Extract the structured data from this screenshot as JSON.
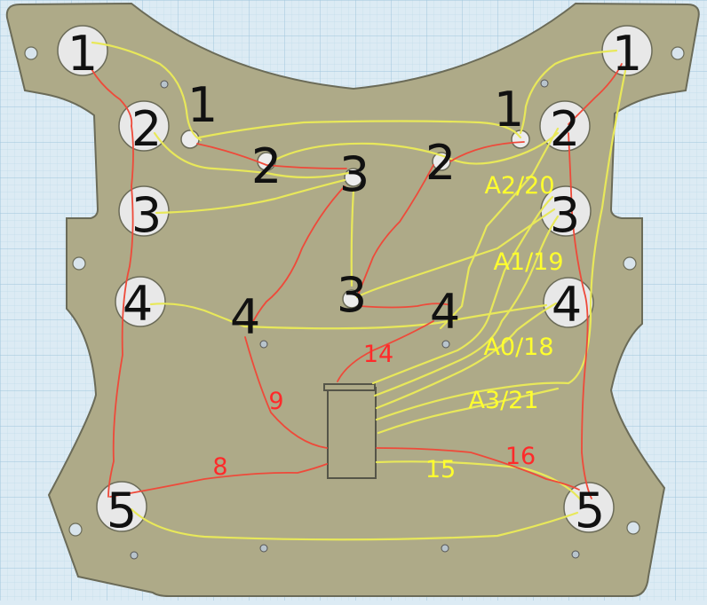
{
  "colors": {
    "background": "#dcebf4",
    "grid_minor": "#c2dcea",
    "grid_major": "#9fc6dc",
    "plate": "#aeaa88",
    "plate_edge": "#6b6b58",
    "wire_yellow": "#e8e85a",
    "wire_red": "#ee4a3a",
    "label_red": "#ff2a2a",
    "label_yellow": "#ffff2e",
    "label_black": "#111111"
  },
  "motor_labels": {
    "left_1": "1",
    "left_2": "2",
    "left_3": "3",
    "left_4": "4",
    "left_5": "5",
    "right_1": "1",
    "right_2": "2",
    "right_3": "3",
    "right_4": "4",
    "right_5": "5"
  },
  "inner_labels": {
    "inner_1_left": "1",
    "inner_1_right": "1",
    "inner_2_left": "2",
    "inner_2_right": "2",
    "center_3_top": "3",
    "center_3_bottom": "3",
    "inner_4_left": "4",
    "inner_4_right": "4"
  },
  "pin_labels": {
    "pin_14": "14",
    "pin_9": "9",
    "pin_8": "8",
    "pin_16": "16",
    "pin_15": "15",
    "pin_a2": "A2/20",
    "pin_a1": "A1/19",
    "pin_a0": "A0/18",
    "pin_a3": "A3/21"
  }
}
